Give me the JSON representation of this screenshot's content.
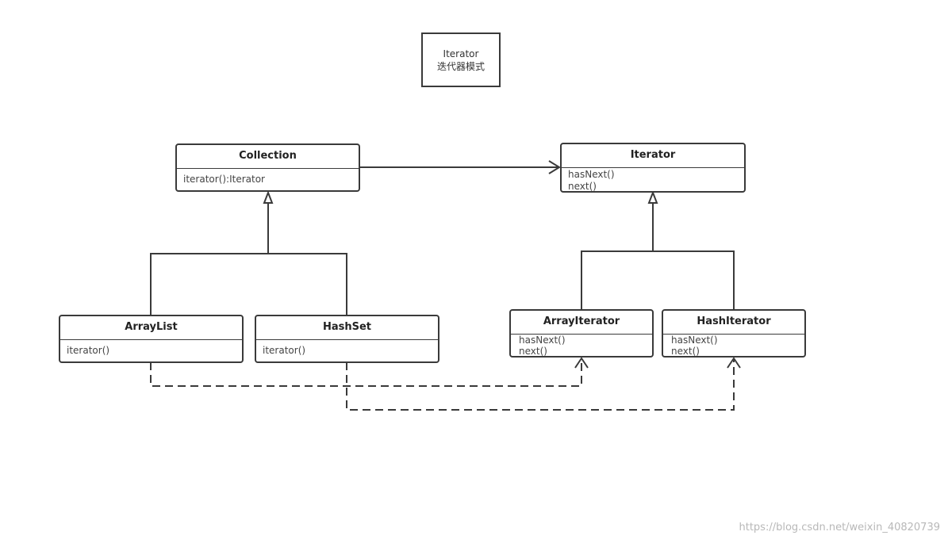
{
  "note": {
    "line1": "Iterator",
    "line2": "迭代器模式"
  },
  "classes": {
    "collection": {
      "name": "Collection",
      "methods": [
        "iterator():Iterator"
      ]
    },
    "iterator": {
      "name": "Iterator",
      "methods": [
        "hasNext()",
        "next()"
      ]
    },
    "array_list": {
      "name": "ArrayList",
      "methods": [
        "iterator()"
      ]
    },
    "hash_set": {
      "name": "HashSet",
      "methods": [
        "iterator()"
      ]
    },
    "array_iterator": {
      "name": "ArrayIterator",
      "methods": [
        "hasNext()",
        "next()"
      ]
    },
    "hash_iterator": {
      "name": "HashIterator",
      "methods": [
        "hasNext()",
        "next()"
      ]
    }
  },
  "relations": [
    {
      "from": "Collection",
      "to": "Iterator",
      "kind": "association"
    },
    {
      "from": "ArrayList",
      "to": "Collection",
      "kind": "generalization"
    },
    {
      "from": "HashSet",
      "to": "Collection",
      "kind": "generalization"
    },
    {
      "from": "ArrayIterator",
      "to": "Iterator",
      "kind": "generalization"
    },
    {
      "from": "HashIterator",
      "to": "Iterator",
      "kind": "generalization"
    },
    {
      "from": "ArrayList",
      "to": "ArrayIterator",
      "kind": "dependency"
    },
    {
      "from": "HashSet",
      "to": "HashIterator",
      "kind": "dependency"
    }
  ],
  "watermark": "https://blog.csdn.net/weixin_40820739"
}
